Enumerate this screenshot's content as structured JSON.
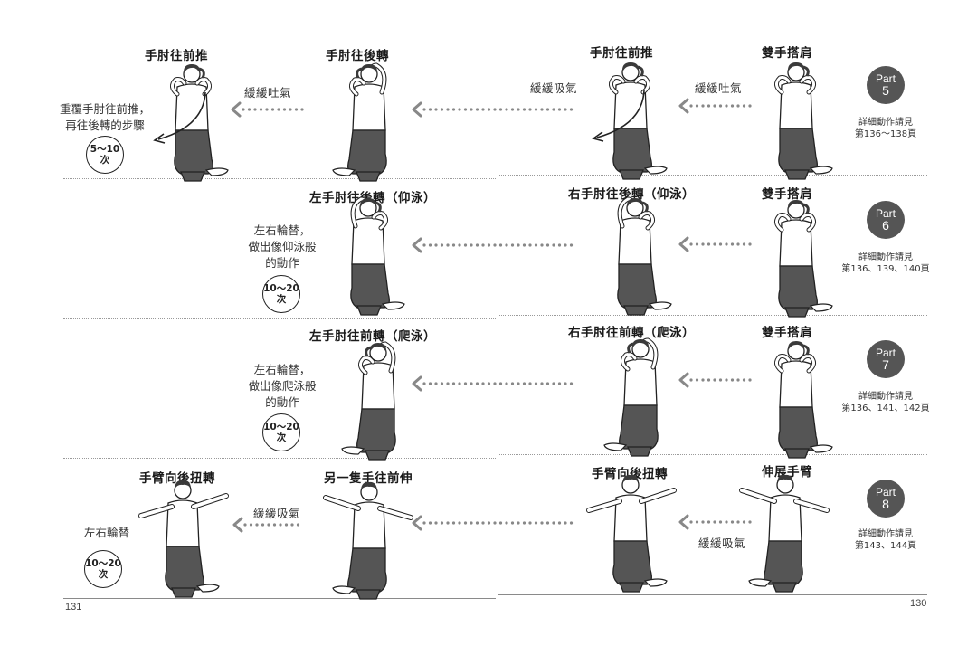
{
  "colors": {
    "badge": "#555555",
    "arrow": "#888888",
    "figure_shirt": "#ffffff",
    "figure_pants": "#555555",
    "hair": "#3a3a3a"
  },
  "left_page": {
    "page_number": "131",
    "row1": {
      "title_a": "手肘往前推",
      "title_b": "手肘往後轉",
      "breath": "緩緩吐氣",
      "note_line1": "重覆手肘往前推，",
      "note_line2": "再往後轉的步驟",
      "count": "5〜10\n次"
    },
    "row2": {
      "title": "左手肘往後轉（仰泳）",
      "note_line1": "左右輪替，",
      "note_line2": "做出像仰泳般",
      "note_line3": "的動作",
      "count": "10〜20\n次"
    },
    "row3": {
      "title": "左手肘往前轉（爬泳）",
      "note_line1": "左右輪替，",
      "note_line2": "做出像爬泳般",
      "note_line3": "的動作",
      "count": "10〜20\n次"
    },
    "row4": {
      "title_a": "手臂向後扭轉",
      "title_b": "另一隻手往前伸",
      "breath": "緩緩吸氣",
      "note_line1": "左右輪替",
      "count": "10〜20\n次"
    }
  },
  "right_page": {
    "page_number": "130",
    "row1": {
      "title_a": "手肘往前推",
      "title_b": "雙手搭肩",
      "breath_a": "緩緩吸氣",
      "breath_b": "緩緩吐氣",
      "part_label": "Part",
      "part_number": "5",
      "ref_line1": "詳細動作請見",
      "ref_line2": "第136〜138頁"
    },
    "row2": {
      "title_a": "右手肘往後轉（仰泳）",
      "title_b": "雙手搭肩",
      "part_label": "Part",
      "part_number": "6",
      "ref_line1": "詳細動作請見",
      "ref_line2": "第136、139、140頁"
    },
    "row3": {
      "title_a": "右手肘往前轉（爬泳）",
      "title_b": "雙手搭肩",
      "part_label": "Part",
      "part_number": "7",
      "ref_line1": "詳細動作請見",
      "ref_line2": "第136、141、142頁"
    },
    "row4": {
      "title_a": "手臂向後扭轉",
      "title_b": "伸展手臂",
      "breath": "緩緩吸氣",
      "part_label": "Part",
      "part_number": "8",
      "ref_line1": "詳細動作請見",
      "ref_line2": "第143、144頁"
    }
  }
}
